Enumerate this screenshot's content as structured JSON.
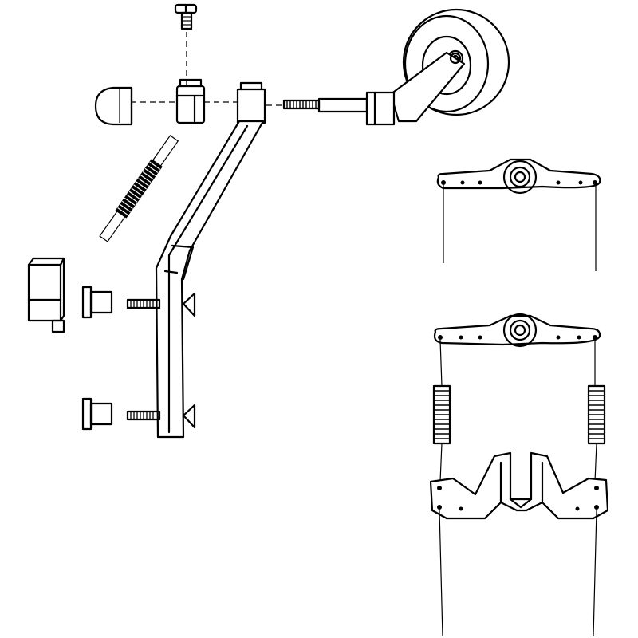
{
  "diagram": {
    "line_color": "#000000",
    "background": "#ffffff",
    "parts": [
      "screw",
      "cap",
      "collar",
      "strut-socket",
      "torsion-spring",
      "axle",
      "wheel",
      "wheel-arm",
      "strut",
      "bearing-block",
      "nylon-insert",
      "machine-screw",
      "servo-horn",
      "return-spring",
      "steering-arm",
      "pushrod"
    ]
  }
}
